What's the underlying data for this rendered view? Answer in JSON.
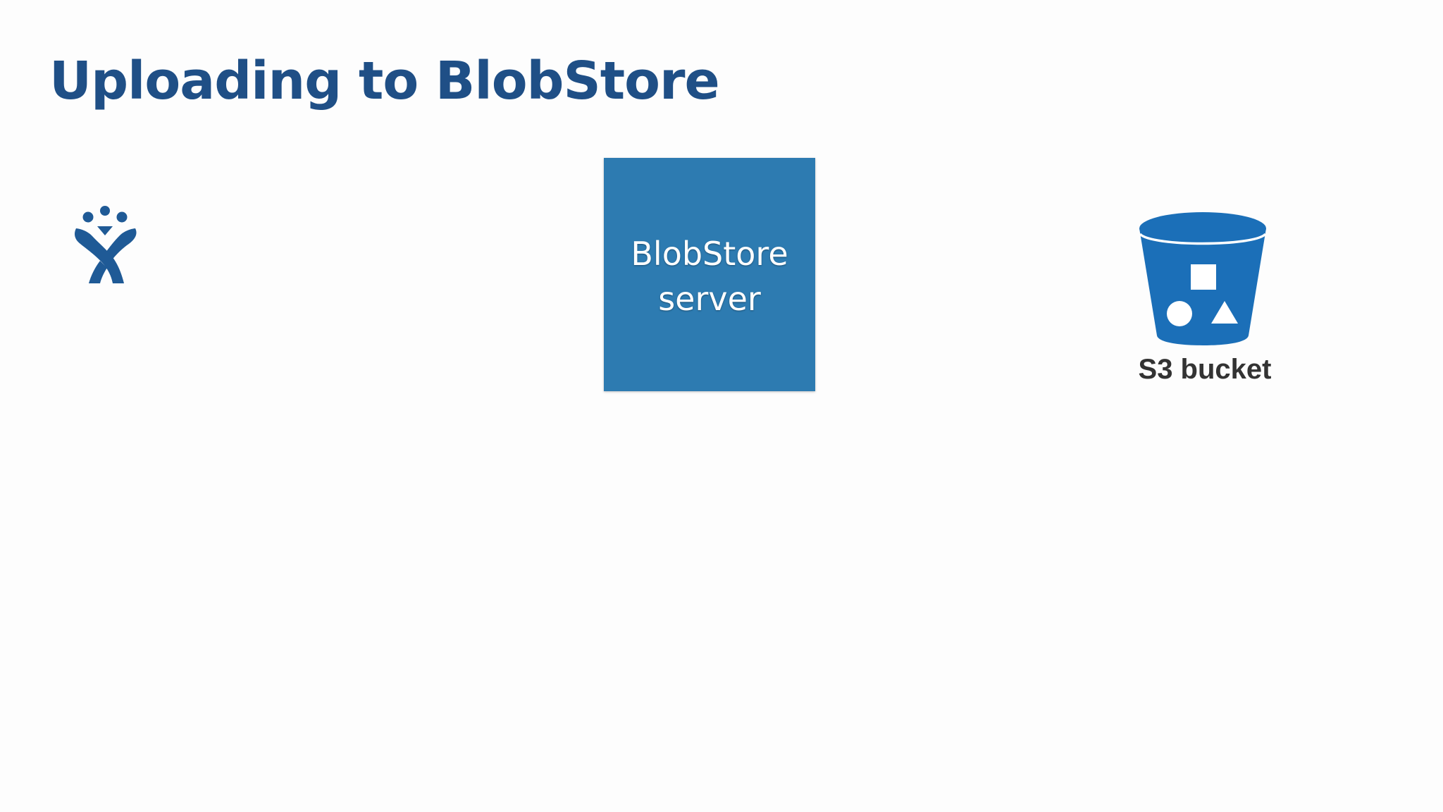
{
  "slide": {
    "title": "Uploading to BlobStore"
  },
  "nodes": {
    "client": {
      "icon": "atlassian-jira-logo-icon"
    },
    "server": {
      "label_line1": "BlobStore",
      "label_line2": "server",
      "color": "#2d7bb1"
    },
    "bucket": {
      "icon": "s3-bucket-icon",
      "label": "S3 bucket",
      "color": "#1b6fb8"
    }
  },
  "colors": {
    "title": "#1f4f86",
    "background": "#fdfdfd",
    "logo": "#1f5a96"
  }
}
